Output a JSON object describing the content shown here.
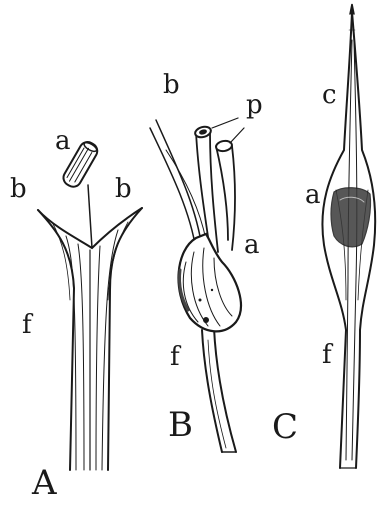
{
  "figures": [
    {
      "id": "A",
      "caption": "A",
      "labels": {
        "anther": "a",
        "bract_left": "b",
        "bract_right": "b",
        "filament": "f"
      }
    },
    {
      "id": "B",
      "caption": "B",
      "labels": {
        "bract": "b",
        "pollinia": "p",
        "anther": "a",
        "filament": "f"
      }
    },
    {
      "id": "C",
      "caption": "C",
      "labels": {
        "connective": "c",
        "anther": "a",
        "filament": "f"
      }
    }
  ],
  "ink_color": "#1a1a1a",
  "paper_color": "#ffffff"
}
